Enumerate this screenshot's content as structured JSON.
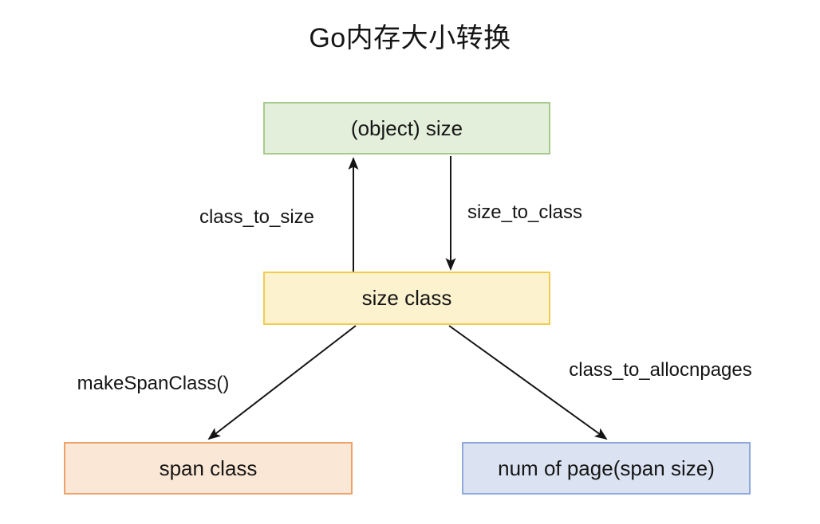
{
  "title": "Go内存大小转换",
  "diagram": {
    "nodes": [
      {
        "id": "object-size",
        "label": "(object) size",
        "fill": "#E3EFDA",
        "border": "#A6CA8D"
      },
      {
        "id": "size-class",
        "label": "size class",
        "fill": "#FDF2CE",
        "border": "#F1CC51"
      },
      {
        "id": "span-class",
        "label": "span class",
        "fill": "#FBE7D5",
        "border": "#ECA36B"
      },
      {
        "id": "num-of-page",
        "label": "num of page(span size)",
        "fill": "#DBE3F2",
        "border": "#8EA9DB"
      }
    ],
    "edges": [
      {
        "label": "class_to_size",
        "from": "size-class",
        "to": "object-size",
        "direction": "up"
      },
      {
        "label": "size_to_class",
        "from": "object-size",
        "to": "size-class",
        "direction": "down"
      },
      {
        "label": "makeSpanClass()",
        "from": "size-class",
        "to": "span-class",
        "direction": "down-left"
      },
      {
        "label": "class_to_allocnpages",
        "from": "size-class",
        "to": "num-of-page",
        "direction": "down-right"
      }
    ],
    "arrow_color": "#141414"
  }
}
